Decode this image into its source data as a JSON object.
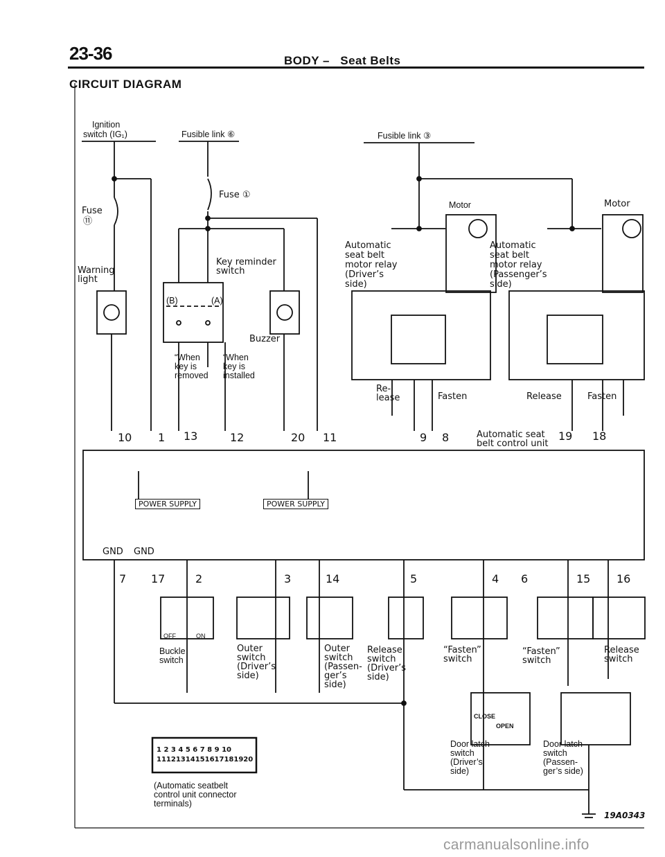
{
  "header": {
    "page_number": "23-36",
    "section": "BODY",
    "dash": "–",
    "subsection": "Seat Belts",
    "diagram_title": "CIRCUIT DIAGRAM"
  },
  "power": {
    "ignition": "Ignition",
    "ignition_switch": "switch (IG₁)",
    "fusible_link_6": "Fusible link ⑥",
    "fusible_link_3": "Fusible link ③",
    "fuse_1": "Fuse ①",
    "fuse_11": "Fuse",
    "fuse_11_num": "⑪"
  },
  "components": {
    "warning_light": [
      "Warning",
      "light"
    ],
    "key_reminder": [
      "Key reminder",
      "switch"
    ],
    "key_a": "(A)",
    "key_b": "(B)",
    "buzzer": "Buzzer",
    "when_removed": [
      "“When",
      "key is",
      "removed"
    ],
    "when_installed": [
      "“When",
      "key is",
      "installed"
    ],
    "motor_left": "Motor",
    "motor_right": "Motor",
    "relay_driver": [
      "Automatic",
      "seat belt",
      "motor relay",
      "(Driver’s",
      "side)"
    ],
    "relay_passenger": [
      "Automatic",
      "seat belt",
      "motor relay",
      "(Passenger’s",
      "side)"
    ],
    "release_left": [
      "Re-",
      "lease"
    ],
    "fasten_left": "Fasten",
    "release_right": "Release",
    "fasten_right": "Fasten",
    "control_unit": [
      "Automatic seat",
      "belt control unit"
    ],
    "power_supply_1": "POWER SUPPLY",
    "power_supply_2": "POWER SUPPLY",
    "gnd_1": "GND",
    "gnd_2": "GND"
  },
  "pins_top": [
    "10",
    "1",
    "13",
    "12",
    "20",
    "11",
    "9",
    "8",
    "19",
    "18"
  ],
  "pins_bottom": [
    "7",
    "17",
    "2",
    "3",
    "14",
    "5",
    "4",
    "6",
    "15",
    "16"
  ],
  "switch_states": {
    "off": "OFF",
    "on": "ON",
    "close": "CLOSE",
    "open": "OPEN"
  },
  "switches": {
    "buckle": [
      "Buckle",
      "switch"
    ],
    "outer_driver": [
      "Outer",
      "switch",
      "(Driver’s",
      "side)"
    ],
    "outer_passenger": [
      "Outer",
      "switch",
      "(Passen-",
      "ger’s",
      "side)"
    ],
    "release_driver": [
      "Release",
      "switch",
      "(Driver’s",
      "side)"
    ],
    "fasten_1": [
      "“Fasten”",
      "switch"
    ],
    "fasten_2": [
      "“Fasten”",
      "switch"
    ],
    "release_2": [
      "Release",
      "switch"
    ],
    "door_driver": [
      "Door latch",
      "switch",
      "(Driver’s",
      "side)"
    ],
    "door_passenger": [
      "Door latch",
      "switch",
      "(Passen-",
      "ger’s side)"
    ]
  },
  "connector": {
    "row1": [
      "1",
      "2",
      "3",
      "4",
      "5",
      "6",
      "7",
      "8",
      "9",
      "10"
    ],
    "row2": [
      "11",
      "12",
      "13",
      "14",
      "15",
      "16",
      "17",
      "18",
      "19",
      "20"
    ],
    "caption": [
      "(Automatic seatbelt",
      "control unit connector",
      "terminals)"
    ]
  },
  "figure_code": "19A0343",
  "watermark": "carmanualsonline.info"
}
